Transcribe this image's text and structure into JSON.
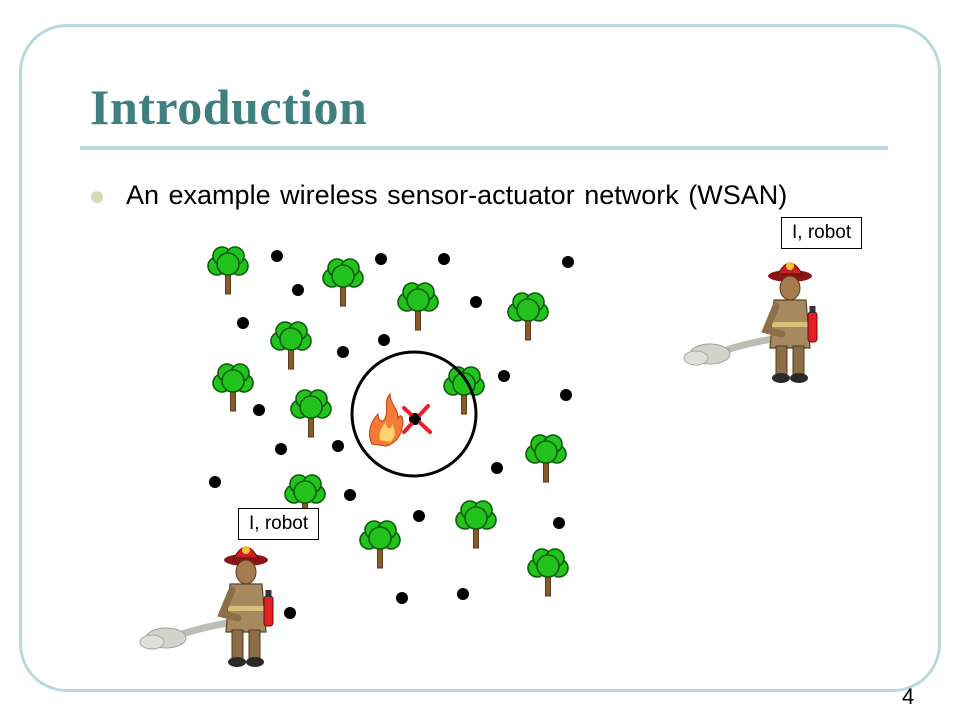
{
  "slide": {
    "title": "Introduction",
    "bullet": "An example wireless sensor-actuator network (WSAN)",
    "robot_labels": [
      "I, robot",
      "I, robot"
    ],
    "page_number": "4"
  },
  "icons": {
    "tree": "tree-icon",
    "sensor": "sensor-node",
    "fire": "fire-icon",
    "failure": "cross-mark-icon",
    "robot": "firefighter-robot-icon"
  },
  "colors": {
    "title": "#3f7f80",
    "frame": "#b9d9df",
    "bullet": "#d9d9b8",
    "tree_foliage": "#22c31d",
    "tree_trunk": "#8b5a2b",
    "fire": "#f06a2c",
    "cross": "#e8202a"
  }
}
